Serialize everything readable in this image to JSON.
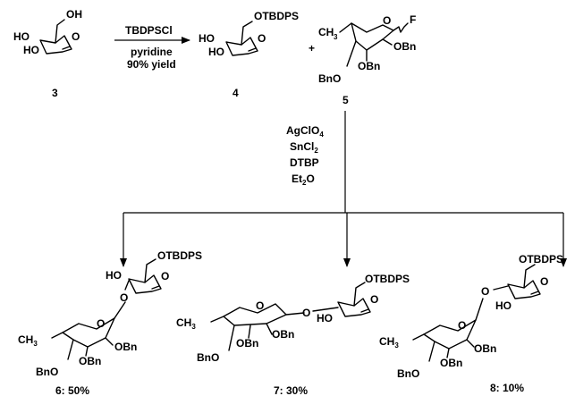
{
  "reaction1": {
    "reagent_top": "TBDPSCl",
    "reagent_bottom_1": "pyridine",
    "reagent_bottom_2": "90% yield"
  },
  "compounds": {
    "c3": {
      "number": "3",
      "oh": "OH",
      "ho1": "HO",
      "ho2": "HO",
      "ring_o": "O"
    },
    "c4": {
      "number": "4",
      "otbdps": "OTBDPS",
      "ho1": "HO",
      "ho2": "HO",
      "ring_o": "O"
    },
    "plus": "+",
    "c5": {
      "number": "5",
      "ch3": "CH",
      "ch3_sub": "3",
      "ring_o": "O",
      "f": "F",
      "obn1": "OBn",
      "obn2": "OBn",
      "bno": "BnO"
    },
    "c6": {
      "label": "6: 50%",
      "otbdps": "OTBDPS",
      "ho": "HO",
      "ring_o": "O",
      "link_o": "O",
      "ch3": "CH",
      "ch3_sub": "3",
      "fuc_o": "O",
      "obn1": "OBn",
      "obn2": "OBn",
      "bno": "BnO"
    },
    "c7": {
      "label": "7: 30%",
      "otbdps": "OTBDPS",
      "ho": "HO",
      "ring_o": "O",
      "link_o": "O",
      "ch3": "CH",
      "ch3_sub": "3",
      "fuc_o": "O",
      "obn1": "OBn",
      "obn2": "OBn",
      "bno": "BnO"
    },
    "c8": {
      "label": "8: 10%",
      "otbdps": "OTBDPS",
      "ho": "HO",
      "ring_o": "O",
      "link_o": "O",
      "ch3": "CH",
      "ch3_sub": "3",
      "fuc_o": "O",
      "obn1": "OBn",
      "obn2": "OBn",
      "bno": "BnO"
    }
  },
  "reaction2": {
    "reagent_1": "AgClO",
    "reagent_1_sub": "4",
    "reagent_2": "SnCl",
    "reagent_2_sub": "2",
    "reagent_3": "DTBP",
    "reagent_4": "Et",
    "reagent_4_sub": "2",
    "reagent_4_tail": "O"
  }
}
